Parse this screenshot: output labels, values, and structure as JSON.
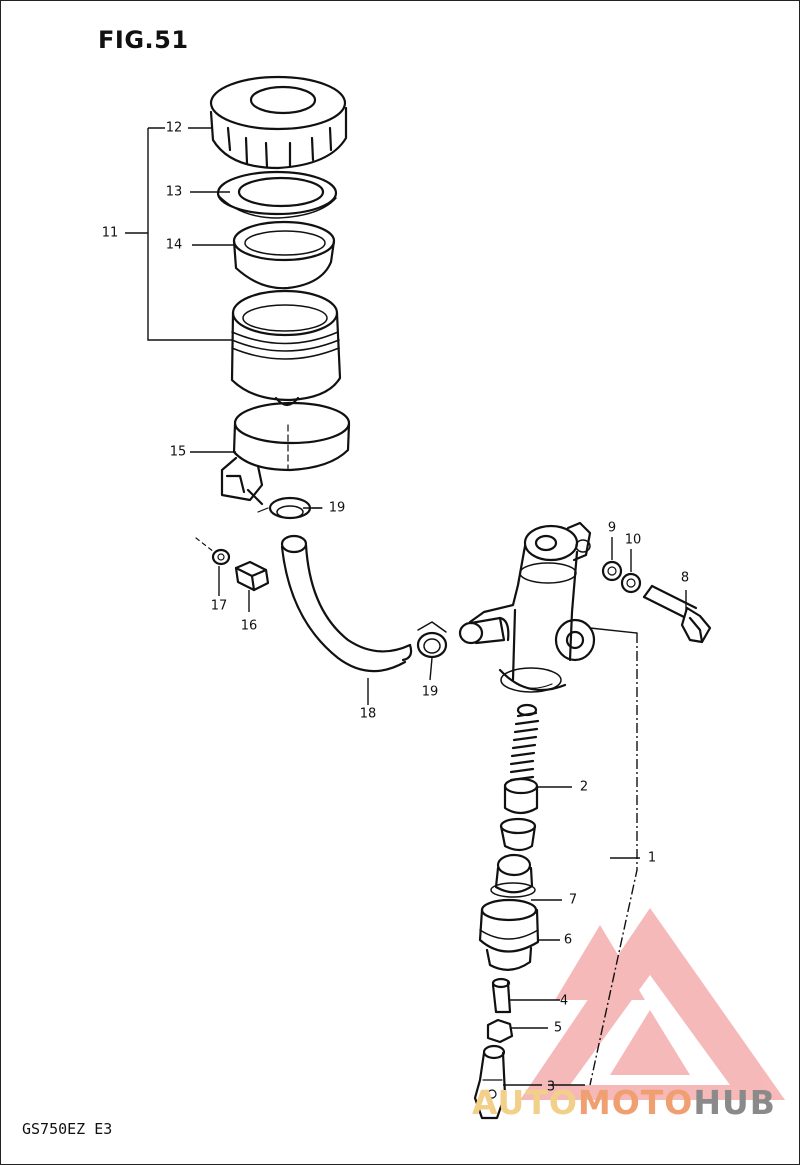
{
  "figure": {
    "title": "FIG.51",
    "model": "GS750EZ  E3"
  },
  "callouts": [
    {
      "id": "c1",
      "label": "1"
    },
    {
      "id": "c2",
      "label": "2"
    },
    {
      "id": "c3",
      "label": "3"
    },
    {
      "id": "c4",
      "label": "4"
    },
    {
      "id": "c5",
      "label": "5"
    },
    {
      "id": "c6",
      "label": "6"
    },
    {
      "id": "c7",
      "label": "7"
    },
    {
      "id": "c8",
      "label": "8"
    },
    {
      "id": "c9",
      "label": "9"
    },
    {
      "id": "c10",
      "label": "10"
    },
    {
      "id": "c11",
      "label": "11"
    },
    {
      "id": "c12",
      "label": "12"
    },
    {
      "id": "c13",
      "label": "13"
    },
    {
      "id": "c14",
      "label": "14"
    },
    {
      "id": "c15",
      "label": "15"
    },
    {
      "id": "c16",
      "label": "16"
    },
    {
      "id": "c17",
      "label": "17"
    },
    {
      "id": "c18",
      "label": "18"
    },
    {
      "id": "c19a",
      "label": "19"
    },
    {
      "id": "c19b",
      "label": "19"
    }
  ],
  "watermark": {
    "part1": "AUTO",
    "part2": "MOTO",
    "part3": "HUB",
    "colors": {
      "auto": "#f2d08a",
      "moto": "#f0a070",
      "hub": "#8a8a8a",
      "logo": "#f08080"
    }
  }
}
